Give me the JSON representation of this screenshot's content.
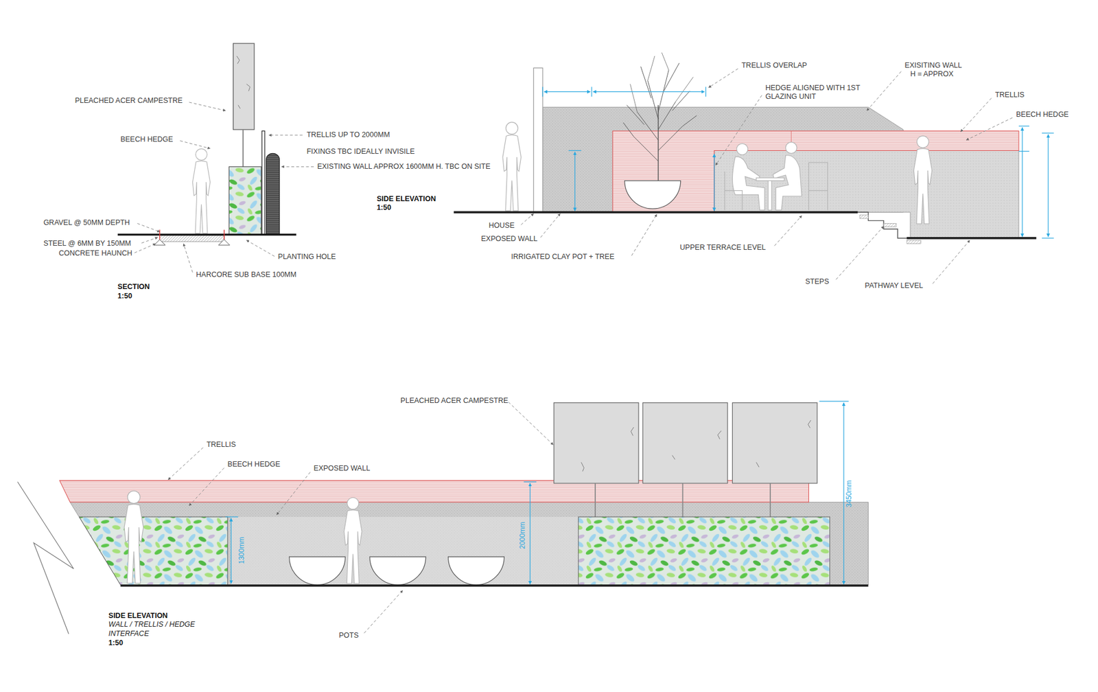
{
  "diagram": {
    "labels": [
      "PLEACHED ACER CAMPESTRE",
      "BEECH HEDGE",
      "TRELLIS UP TO 2000MM",
      "FIXINGS TBC IDEALLY INVISILE",
      "EXISTING WALL APPROX 1600MM H. TBC ON SITE",
      "GRAVEL @ 50MM DEPTH",
      "STEEL @ 6MM BY 150MM",
      "CONCRETE HAUNCH",
      "PLANTING HOLE",
      "HARCORE SUB BASE 100MM",
      "SECTION",
      "1:50",
      "SIDE ELEVATION",
      "1:50",
      "TRELLIS OVERLAP",
      "EXISITING WALL",
      "H = APPROX",
      "HEDGE ALIGNED WITH 1ST GLAZING UNIT",
      "TRELLIS",
      "BEECH HEDGE",
      "HOUSE",
      "EXPOSED WALL",
      "IRRIGATED CLAY POT + TREE",
      "UPPER TERRACE LEVEL",
      "STEPS",
      "PATHWAY LEVEL",
      "PLEACHED ACER CAMPESTRE",
      "TRELLIS",
      "BEECH HEDGE",
      "EXPOSED WALL",
      "1300mm",
      "2000mm",
      "3450mm",
      "POTS",
      "SIDE ELEVATION",
      "WALL / TRELLIS / HEDGE",
      "INTERFACE",
      "1:50"
    ]
  }
}
